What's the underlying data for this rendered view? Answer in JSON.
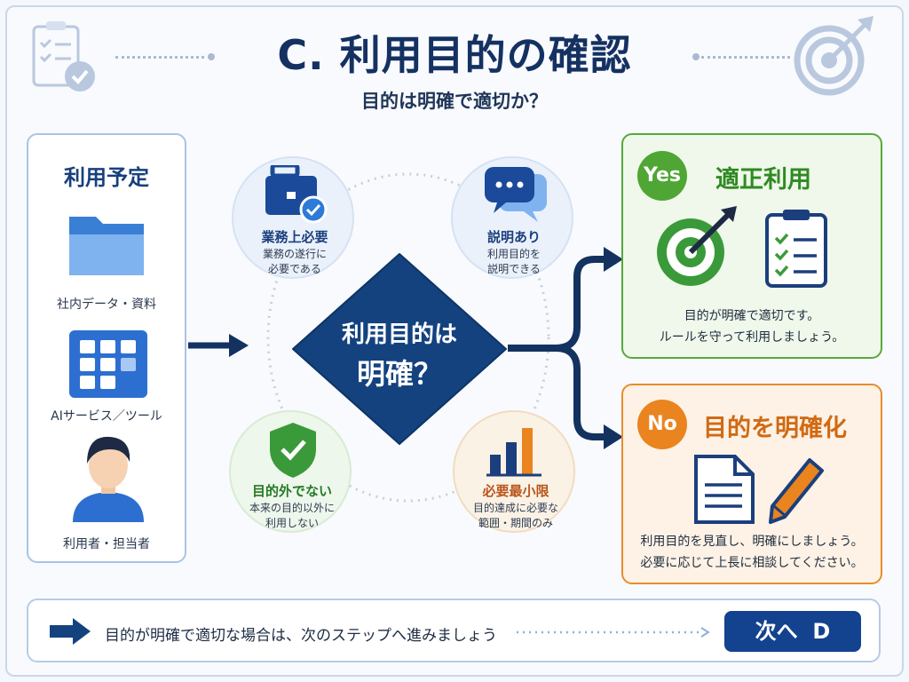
{
  "header": {
    "title": "C. 利用目的の確認",
    "subtitle": "目的は明確で適切か？"
  },
  "left_panel": {
    "title": "利用予定",
    "items": [
      {
        "label": "社内データ・資料",
        "icon": "folder-icon"
      },
      {
        "label": "AIサービス／ツール",
        "icon": "app-grid-icon"
      },
      {
        "label": "利用者・担当者",
        "icon": "person-icon"
      }
    ]
  },
  "criteria": [
    {
      "title": "業務上必要",
      "desc1": "業務の遂行に",
      "desc2": "必要である",
      "icon": "briefcase-check-icon",
      "color": "#1b4a9a"
    },
    {
      "title": "説明あり",
      "desc1": "利用目的を",
      "desc2": "説明できる",
      "icon": "chat-bubbles-icon",
      "color": "#1b4a9a"
    },
    {
      "title": "目的外でない",
      "desc1": "本来の目的以外に",
      "desc2": "利用しない",
      "icon": "shield-check-icon",
      "color": "#2f8f2f"
    },
    {
      "title": "必要最小限",
      "desc1": "目的達成に必要な",
      "desc2": "範囲・期間のみ",
      "icon": "bar-chart-icon",
      "color": "#c8641a"
    }
  ],
  "decision": {
    "line1": "利用目的は",
    "line2": "明確？"
  },
  "yes": {
    "badge": "Yes",
    "title": "適正利用",
    "desc1": "目的が明確で適切です。",
    "desc2": "ルールを守って利用しましょう。",
    "color": "#4fa635"
  },
  "no": {
    "badge": "No",
    "title": "目的を明確化",
    "desc1": "利用目的を見直し、明確にしましょう。",
    "desc2": "必要に応じて上長に相談してください。",
    "color": "#e9841f"
  },
  "footer": {
    "text": "目的が明確で適切な場合は、次のステップへ進みましょう",
    "button": "次へ  D"
  }
}
